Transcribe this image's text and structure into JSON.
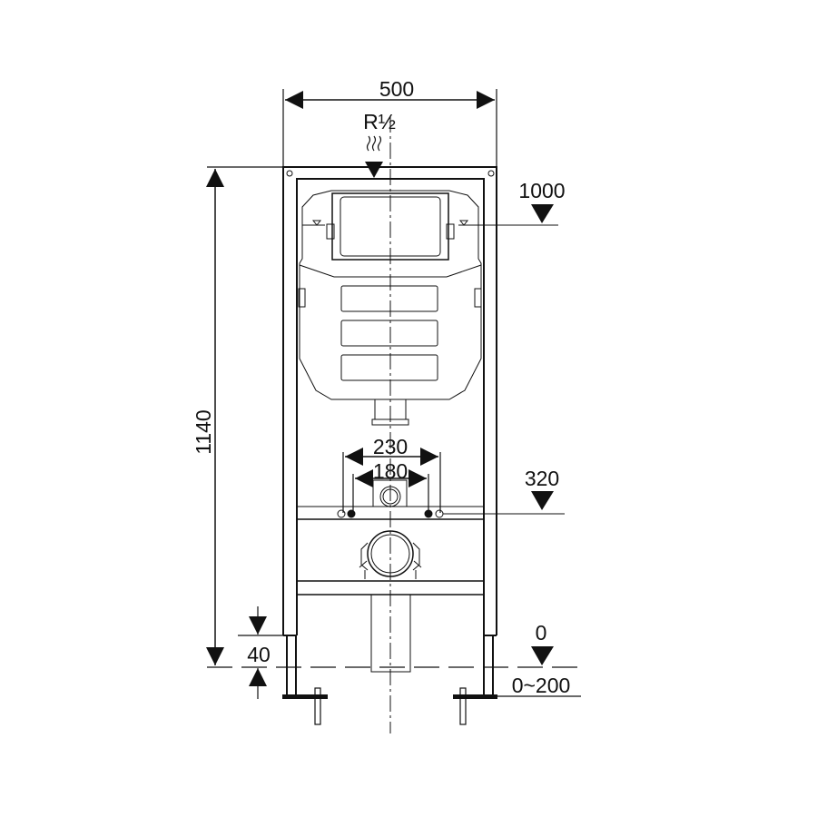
{
  "drawing": {
    "width_label": "500",
    "connection_label": "R½",
    "height_label": "1140",
    "level_top_label": "1000",
    "spacing_outer_label": "230",
    "spacing_inner_label": "180",
    "level_mid_label": "320",
    "foot_offset_label": "40",
    "floor_level_label": "0",
    "adjust_range_label": "0~200"
  },
  "colors": {
    "line": "#111111",
    "background": "#ffffff"
  }
}
